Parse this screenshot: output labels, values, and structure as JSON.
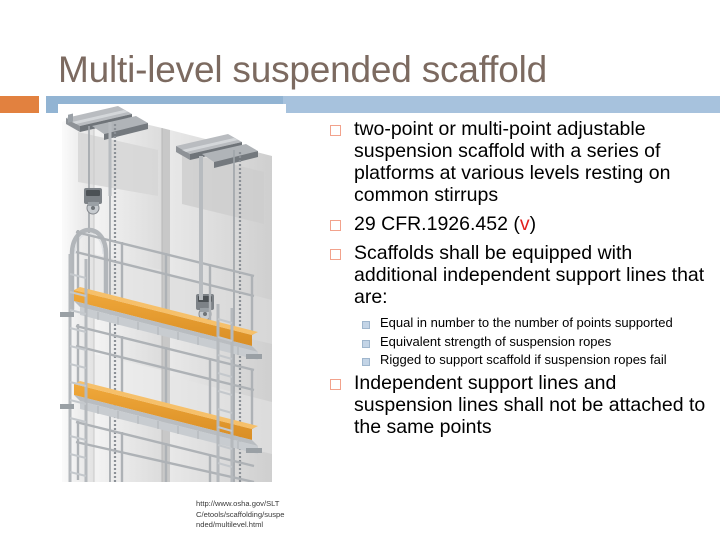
{
  "slide": {
    "title": "Multi-level suspended scaffold",
    "accent_orange": "#e2813f",
    "accent_blue": "#a7c2dd",
    "title_color": "#7c6a60",
    "bullet_marker_color": "#f2a28c",
    "subbullet_marker_color": "#c3d4e6"
  },
  "image": {
    "alt": "multi-level-suspended-scaffold-illustration",
    "caption_line1": "http://www.osha.gov/SLT",
    "caption_line2": "C/etools/scaffolding/suspe",
    "caption_line3": "nded/multilevel.html",
    "caption_full": "http://www.osha.gov/SLTC/etools/scaffolding/suspended/multilevel.html"
  },
  "content": {
    "bullets": [
      {
        "text": "two-point or multi-point adjustable suspension scaffold with a series of platforms at various levels resting on common stirrups"
      },
      {
        "text_before": "29 CFR.1926.452 (",
        "link_text": "v",
        "text_after": ")"
      },
      {
        "text": "Scaffolds shall be equipped with additional independent support lines that are:",
        "sub": [
          "Equal in number to the number of points supported",
          "Equivalent strength of suspension ropes",
          "Rigged to support scaffold if suspension ropes fail"
        ]
      },
      {
        "text": "Independent support lines and suspension lines shall not be attached to the same points"
      }
    ]
  }
}
